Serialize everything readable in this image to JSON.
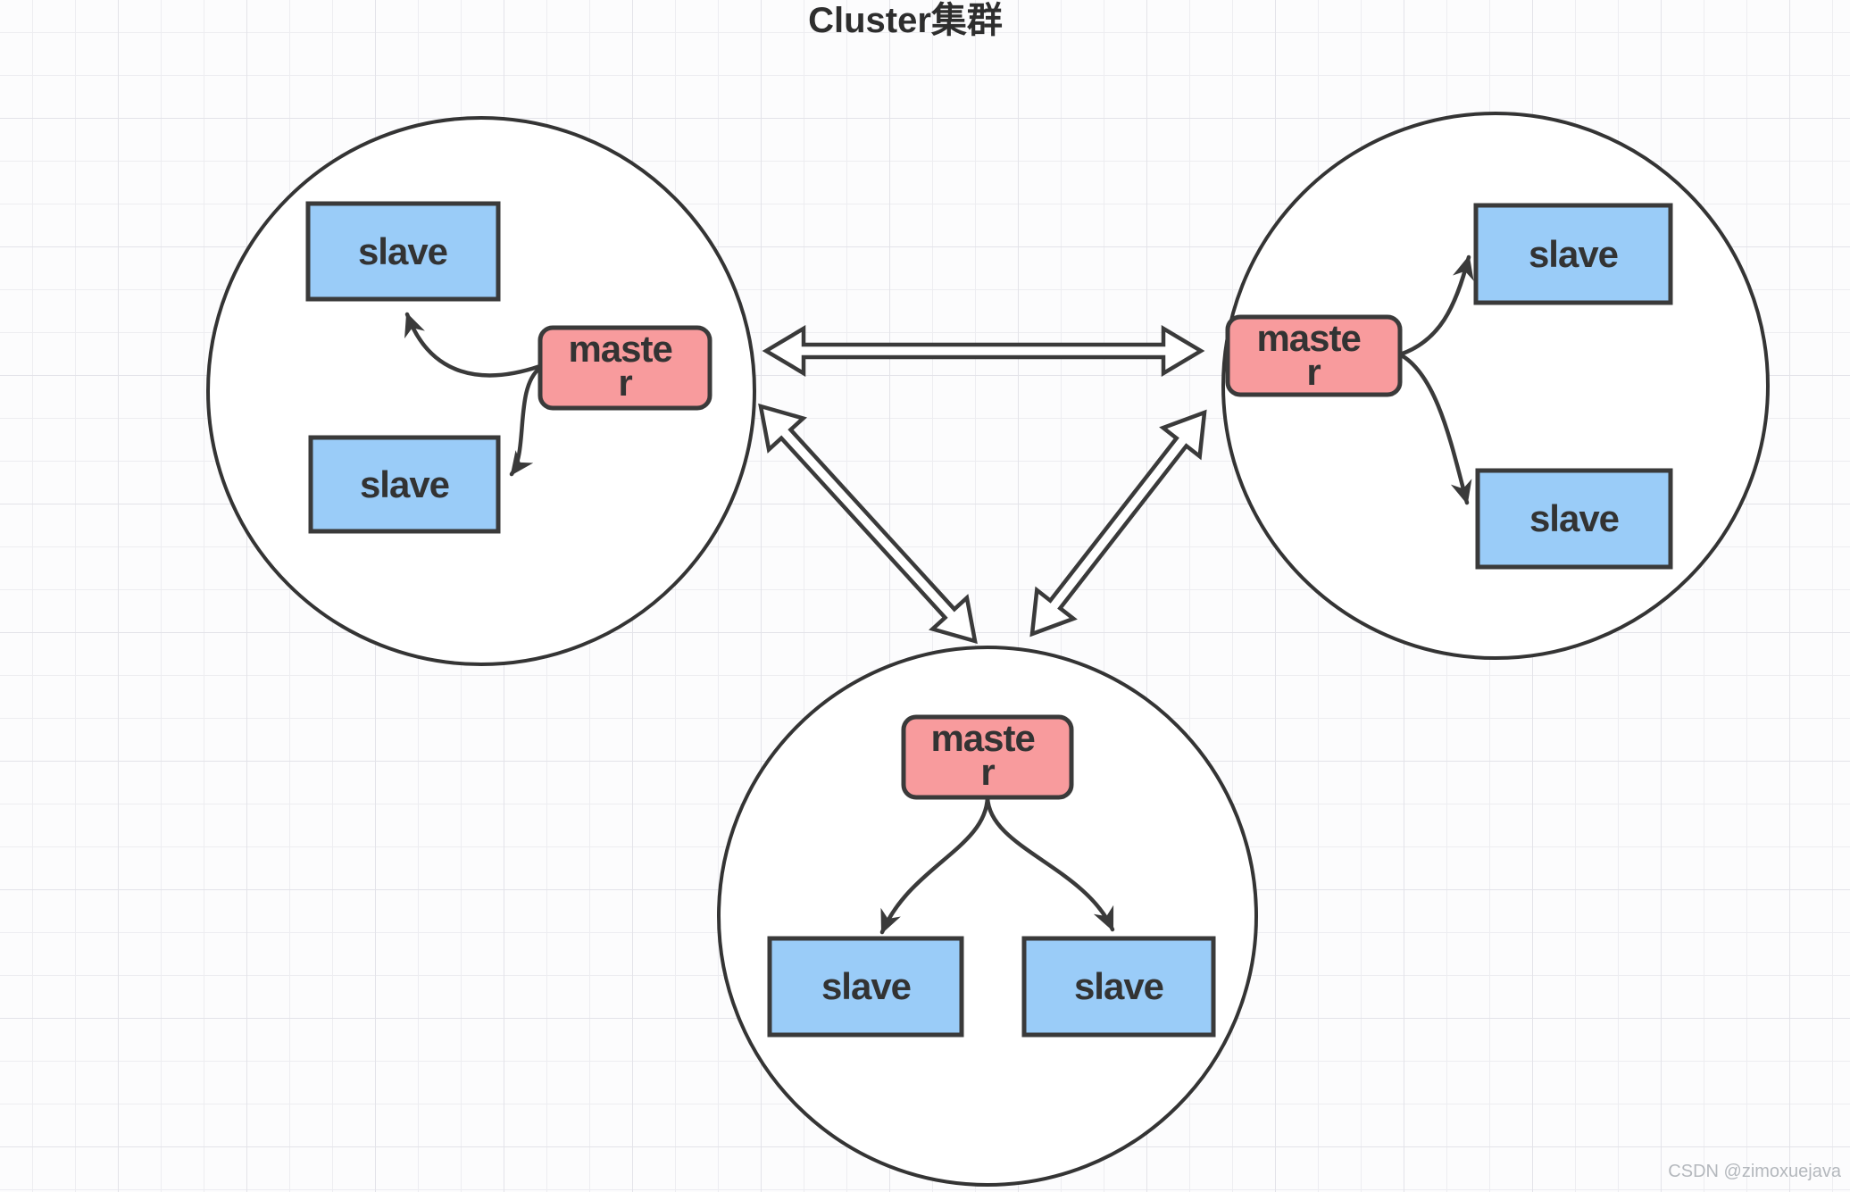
{
  "title": "Cluster集群",
  "watermark": "CSDN @zimoxuejava",
  "colors": {
    "master_fill": "#f89b9d",
    "slave_fill": "#9accf8",
    "outline": "#3a3a3a",
    "circle_stroke": "#343434",
    "text": "#333333",
    "link_arrow_fill": "#ffffff",
    "canvas_bg": "#fcfcfd",
    "grid_minor": "#ededf1",
    "grid_major": "#e3e3e9",
    "watermark_color": "#b4b8bd"
  },
  "clusters": {
    "left": {
      "master": {
        "label": "master",
        "display_lines": [
          "maste",
          "r"
        ]
      },
      "slaves": [
        {
          "label": "slave"
        },
        {
          "label": "slave"
        }
      ]
    },
    "right": {
      "master": {
        "label": "master",
        "display_lines": [
          "maste",
          "r"
        ]
      },
      "slaves": [
        {
          "label": "slave"
        },
        {
          "label": "slave"
        }
      ]
    },
    "bottom": {
      "master": {
        "label": "master",
        "display_lines": [
          "maste",
          "r"
        ]
      },
      "slaves": [
        {
          "label": "slave"
        },
        {
          "label": "slave"
        }
      ]
    }
  }
}
